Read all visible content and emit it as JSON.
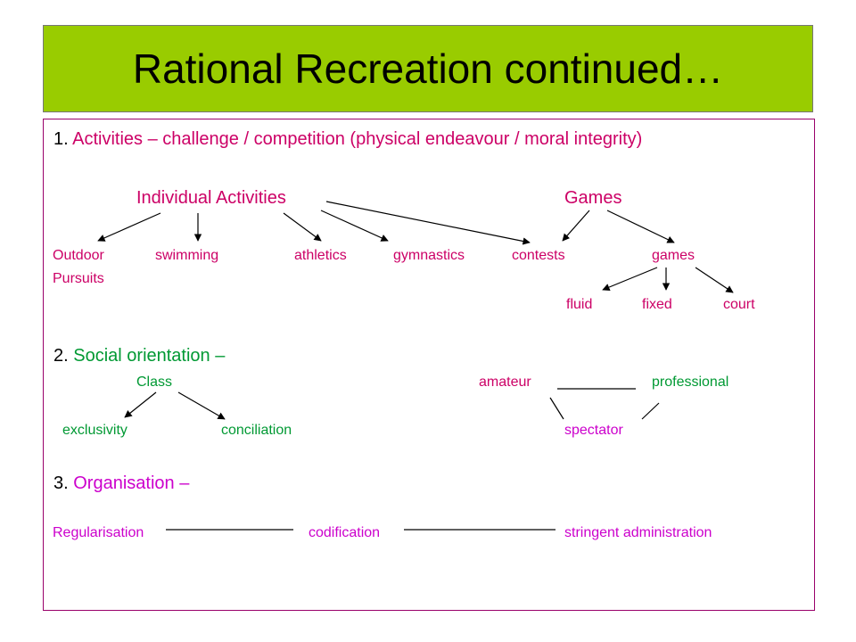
{
  "title": "Rational Recreation continued…",
  "colors": {
    "title_bg": "#99cc00",
    "activities": "#cc0066",
    "social": "#009933",
    "organisation": "#cc00cc",
    "amateur": "#cc0066",
    "professional": "#009933",
    "spectator": "#cc00cc",
    "line": "#000000"
  },
  "section1": {
    "number": "1.",
    "label": "Activities – challenge / competition (physical endeavour / moral integrity)",
    "individual_activities": "Individual Activities",
    "games": "Games",
    "outdoor": "Outdoor",
    "pursuits": "Pursuits",
    "swimming": "swimming",
    "athletics": "athletics",
    "gymnastics": "gymnastics",
    "contests": "contests",
    "games_sub": "games",
    "fluid": "fluid",
    "fixed": "fixed",
    "court": "court"
  },
  "section2": {
    "number": "2.",
    "label": "Social orientation –",
    "class": "Class",
    "exclusivity": "exclusivity",
    "conciliation": "conciliation",
    "amateur": "amateur",
    "professional": "professional",
    "spectator": "spectator"
  },
  "section3": {
    "number": "3.",
    "label": "Organisation –",
    "regularisation": "Regularisation",
    "codification": "codification",
    "stringent": "stringent administration"
  }
}
